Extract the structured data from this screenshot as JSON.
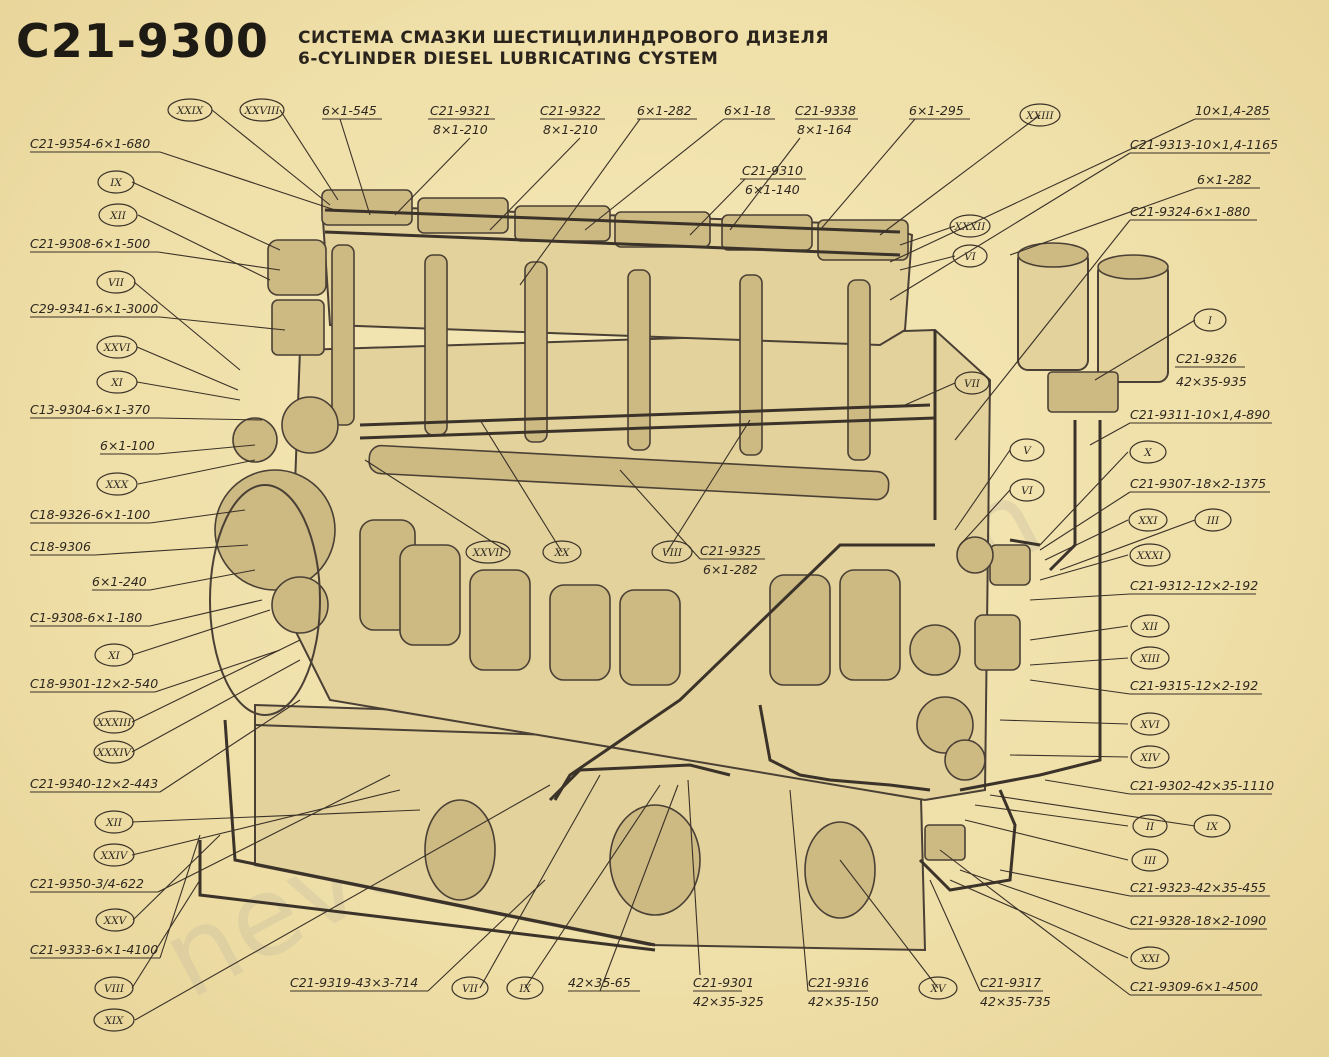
{
  "header": {
    "code": "C21-9300",
    "title_ru": "СИСТЕМА СМАЗКИ ШЕСТИЦИЛИНДРОВОГО ДИЗЕЛЯ",
    "title_en": "6-CYLINDER DIESEL LUBRICATING CYSTEM"
  },
  "watermark": "nevod-diesel.com",
  "labels": [
    {
      "text": "C21-9354-6×1-680"
    },
    {
      "text": "C21-9308-6×1-500"
    },
    {
      "text": "C29-9341-6×1-3000"
    },
    {
      "text": "C13-9304-6×1-370"
    },
    {
      "text": "6×1-100"
    },
    {
      "text": "C18-9326-6×1-100"
    },
    {
      "text": "C18-9306"
    },
    {
      "text": "6×1-240"
    },
    {
      "text": "C1-9308-6×1-180"
    },
    {
      "text": "C18-9301-12×2-540"
    },
    {
      "text": "C21-9340-12×2-443"
    },
    {
      "text": "C21-9350-3/4-622"
    },
    {
      "text": "C21-9333-6×1-4100"
    },
    {
      "text": "6×1-545"
    },
    {
      "text": "C21-9321"
    },
    {
      "text": "8×1-210"
    },
    {
      "text": "C21-9322"
    },
    {
      "text": "8×1-210"
    },
    {
      "text": "6×1-282"
    },
    {
      "text": "6×1-18"
    },
    {
      "text": "C21-9338"
    },
    {
      "text": "8×1-164"
    },
    {
      "text": "6×1-295"
    },
    {
      "text": "C21-9310"
    },
    {
      "text": "6×1-140"
    },
    {
      "text": "10×1,4-285"
    },
    {
      "text": "C21-9313-10×1,4-1165"
    },
    {
      "text": "6×1-282"
    },
    {
      "text": "C21-9324-6×1-880"
    },
    {
      "text": "C21-9326"
    },
    {
      "text": "42×35-935"
    },
    {
      "text": "C21-9311-10×1,4-890"
    },
    {
      "text": "C21-9307-18×2-1375"
    },
    {
      "text": "C21-9312-12×2-192"
    },
    {
      "text": "C21-9315-12×2-192"
    },
    {
      "text": "C21-9302-42×35-1110"
    },
    {
      "text": "C21-9323-42×35-455"
    },
    {
      "text": "C21-9328-18×2-1090"
    },
    {
      "text": "C21-9309-6×1-4500"
    },
    {
      "text": "C21-9325"
    },
    {
      "text": "6×1-282"
    },
    {
      "text": "C21-9319-43×3-714"
    },
    {
      "text": "42×35-65"
    },
    {
      "text": "C21-9301"
    },
    {
      "text": "42×35-325"
    },
    {
      "text": "C21-9316"
    },
    {
      "text": "42×35-150"
    },
    {
      "text": "C21-9317"
    },
    {
      "text": "42×35-735"
    }
  ],
  "callouts": [
    {
      "numeral": "XXIX"
    },
    {
      "numeral": "XXVIII"
    },
    {
      "numeral": "XXIII"
    },
    {
      "numeral": "IX"
    },
    {
      "numeral": "XII"
    },
    {
      "numeral": "VII"
    },
    {
      "numeral": "XXVI"
    },
    {
      "numeral": "XI"
    },
    {
      "numeral": "XXX"
    },
    {
      "numeral": "XI"
    },
    {
      "numeral": "XXXIII"
    },
    {
      "numeral": "XXXIV"
    },
    {
      "numeral": "XII"
    },
    {
      "numeral": "XXIV"
    },
    {
      "numeral": "XXV"
    },
    {
      "numeral": "VIII"
    },
    {
      "numeral": "XIX"
    },
    {
      "numeral": "XXVII"
    },
    {
      "numeral": "XX"
    },
    {
      "numeral": "VIII"
    },
    {
      "numeral": "XXXII"
    },
    {
      "numeral": "VI"
    },
    {
      "numeral": "I"
    },
    {
      "numeral": "VII"
    },
    {
      "numeral": "V"
    },
    {
      "numeral": "VI"
    },
    {
      "numeral": "X"
    },
    {
      "numeral": "XXI"
    },
    {
      "numeral": "III"
    },
    {
      "numeral": "XXXI"
    },
    {
      "numeral": "XII"
    },
    {
      "numeral": "XIII"
    },
    {
      "numeral": "XVI"
    },
    {
      "numeral": "XIV"
    },
    {
      "numeral": "II"
    },
    {
      "numeral": "IX"
    },
    {
      "numeral": "III"
    },
    {
      "numeral": "XXI"
    },
    {
      "numeral": "VII"
    },
    {
      "numeral": "IX"
    },
    {
      "numeral": "XV"
    }
  ]
}
